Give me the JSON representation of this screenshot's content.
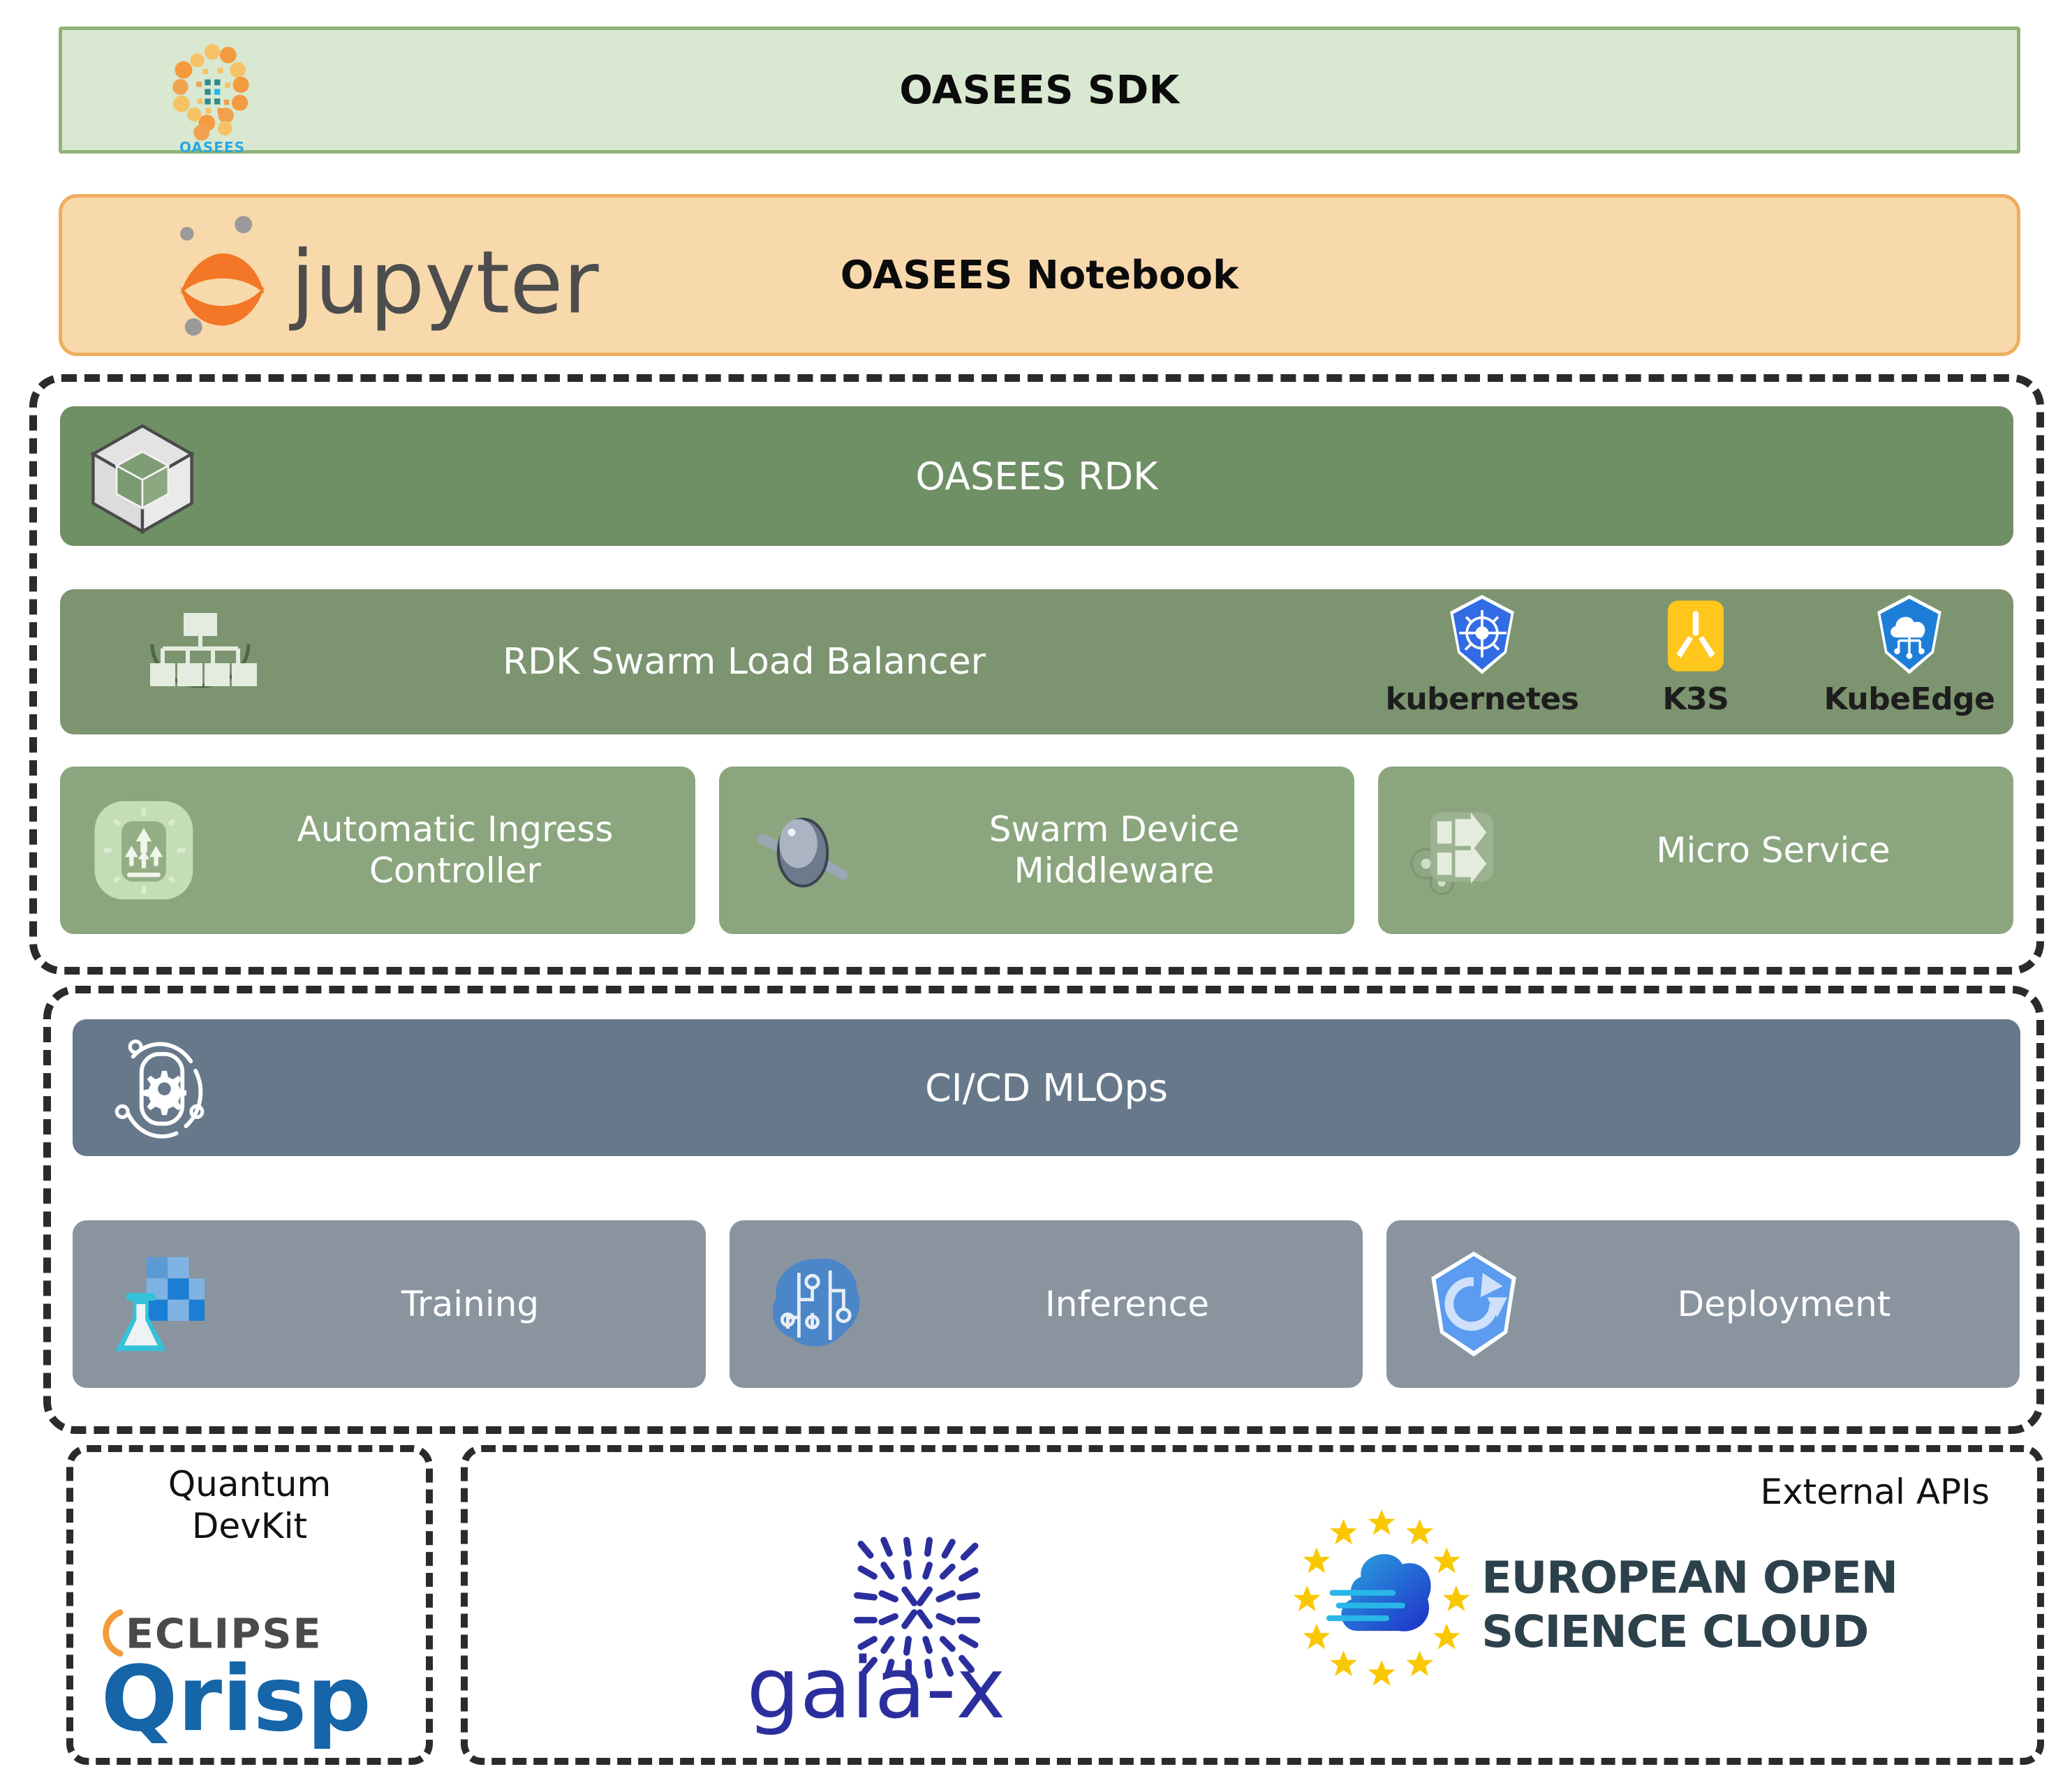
{
  "sdk": {
    "title": "OASEES SDK",
    "logo_name": "oasees-logo",
    "logo_caption": "OASEES",
    "bg_color": "#d8e8d1",
    "border_color": "#8fb377"
  },
  "notebook": {
    "title": "OASEES Notebook",
    "logo_name": "jupyter-logo",
    "logo_wordmark": "jupyter",
    "bg_color": "#f8d9ac",
    "border_color": "#eeae5f"
  },
  "rdk_group": {
    "main": {
      "label": "OASEES RDK",
      "icon_name": "cube-icon",
      "bg_color": "#6f8f64"
    },
    "load_balancer": {
      "label": "RDK Swarm Load Balancer",
      "icon_name": "network-tree-icon",
      "bg_color": "#7c9470",
      "platforms": [
        {
          "name": "kubernetes",
          "icon_name": "kubernetes-icon",
          "color": "#326ce5"
        },
        {
          "name": "K3S",
          "icon_name": "k3s-icon",
          "color": "#ffc61c"
        },
        {
          "name": "KubeEdge",
          "icon_name": "kubeedge-icon",
          "color": "#1d7ed8"
        }
      ]
    },
    "tiles": [
      {
        "label": "Automatic Ingress\nController",
        "label_line1": "Automatic Ingress",
        "label_line2": "Controller",
        "icon_name": "ingress-controller-icon"
      },
      {
        "label": "Swarm Device\nMiddleware",
        "label_line1": "Swarm Device",
        "label_line2": "Middleware",
        "icon_name": "swarm-device-icon"
      },
      {
        "label": "Micro Service",
        "label_line1": "Micro Service",
        "label_line2": "",
        "icon_name": "microservice-icon"
      }
    ],
    "tile_bg_color": "#8ba67e"
  },
  "mlops_group": {
    "main": {
      "label": "CI/CD MLOps",
      "icon_name": "cicd-gear-loop-icon",
      "bg_color": "#66788a"
    },
    "tiles": [
      {
        "label": "Training",
        "icon_name": "flask-training-icon"
      },
      {
        "label": "Inference",
        "icon_name": "brain-circuit-icon"
      },
      {
        "label": "Deployment",
        "icon_name": "deployment-refresh-icon"
      }
    ],
    "tile_bg_color": "#8a949f"
  },
  "quantum": {
    "title_line1": "Quantum",
    "title_line2": "DevKit",
    "logo_name": "eclipse-qrisp-logo",
    "logo_eclipse": "ECLIPSE",
    "logo_qrisp": "Qrisp",
    "qrisp_color": "#1565a8",
    "eclipse_arc_color": "#f29b38"
  },
  "external": {
    "title": "External APIs",
    "logos": [
      {
        "name": "gaia-x-logo",
        "wordmark": "gaia-x",
        "color": "#2b2f9e"
      },
      {
        "name": "eosc-logo",
        "line1": "EUROPEAN OPEN",
        "line2": "SCIENCE CLOUD",
        "text_color": "#2c414b",
        "star_color": "#f9c800"
      }
    ]
  }
}
